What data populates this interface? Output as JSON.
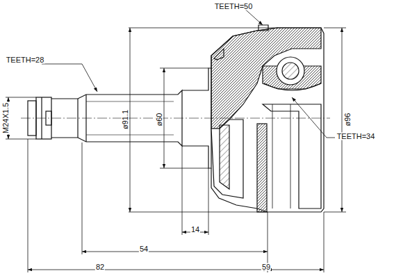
{
  "diagram": {
    "labels": [
      "TEETH=50",
      "TEETH=28",
      "M24X1.5",
      "ø91.1",
      "ø60",
      "ø96",
      "TEETH=34",
      "14",
      "54",
      "82",
      "59"
    ]
  }
}
